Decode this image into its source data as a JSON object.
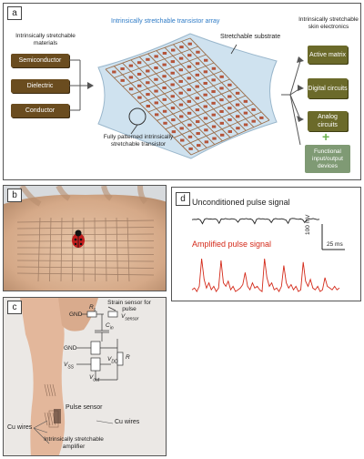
{
  "panel_a": {
    "tag": "a",
    "array_title": "Intrinsically stretchable transistor array",
    "materials_title": "Intrinsically stretchable materials",
    "materials": [
      "Semiconductor",
      "Dielectric",
      "Conductor"
    ],
    "substrate_label": "Stretchable substrate",
    "transistor_label": "Fully patterned intrinsically stretchable transistor",
    "electronics_title": "Intrinsically stretchable skin electronics",
    "electronics": [
      "Active matrix",
      "Digital circuits",
      "Analog circuits",
      "Functional input/output devices"
    ],
    "plus_sign": "+",
    "colors": {
      "array_title": "#2e7bc6",
      "material_box": "#6a4c1f",
      "electronics_box": "#6b6a2a",
      "functional_box": "#7f9a74"
    }
  },
  "panel_b": {
    "tag": "b"
  },
  "panel_c": {
    "tag": "c",
    "strain_label": "Strain sensor for pulse",
    "circuit": {
      "gnd_top": "GND",
      "gnd_mid": "GND",
      "r_label": "R",
      "r_sub": "s",
      "v_label": "V",
      "v_sub": "sensor",
      "c_label": "C",
      "c_sub": "in",
      "vdd_label": "V",
      "vdd_sub": "DD",
      "vss_label": "V",
      "vss_sub": "SS",
      "vout_label": "V",
      "vout_sub": "out",
      "r2_label": "R"
    },
    "cu_wires_left": "Cu wires",
    "cu_wires_right": "Cu wires",
    "pulse_sensor": "Pulse sensor",
    "amplifier": "Intrinsically stretchable amplifier"
  },
  "panel_d": {
    "tag": "d",
    "unconditioned": "Unconditioned pulse signal",
    "amplified": "Amplified pulse signal",
    "scale_y": "100 mV",
    "scale_x": "25 ms",
    "colors": {
      "unconditioned": "#222222",
      "amplified": "#d42a1a"
    },
    "unconditioned_signal": [
      0.2,
      0.3,
      0.25,
      0.4,
      0.1,
      -0.9,
      0.3,
      0.5,
      0.35,
      0.4,
      0.3,
      0.45,
      0.2,
      -0.8,
      0.4,
      0.3,
      0.5,
      0.35,
      0.3,
      0.45,
      0.4,
      0.2,
      -0.5,
      0.3,
      0.45,
      0.35,
      0.5,
      0.3,
      0.4,
      0.1,
      -0.9,
      0.35,
      0.5,
      0.4,
      0.45,
      0.3,
      0.35,
      0.2,
      -0.6,
      0.3,
      0.5,
      0.4,
      0.35,
      0.45,
      0.3,
      0.1,
      -0.8,
      0.4,
      0.55,
      0.5,
      0.35,
      0.3,
      0.4,
      0.2,
      -0.6,
      0.3,
      0.45,
      0.4,
      0.5,
      0.35,
      0.2,
      0.3
    ],
    "amplified_signal": [
      0.1,
      0.15,
      0.05,
      0.2,
      1.0,
      0.4,
      0.15,
      0.3,
      0.1,
      0.2,
      0.05,
      0.15,
      0.95,
      0.3,
      0.2,
      0.35,
      0.1,
      0.2,
      0.05,
      0.1,
      0.15,
      0.25,
      0.6,
      0.2,
      0.1,
      0.3,
      0.15,
      0.2,
      0.1,
      0.05,
      1.0,
      0.45,
      0.2,
      0.3,
      0.1,
      0.15,
      0.05,
      0.2,
      0.8,
      0.3,
      0.15,
      0.25,
      0.1,
      0.2,
      0.05,
      0.1,
      0.9,
      0.35,
      0.2,
      0.4,
      0.15,
      0.1,
      0.2,
      0.05,
      0.1,
      0.45,
      0.2,
      0.15,
      0.1,
      0.2,
      0.1,
      0.15
    ]
  }
}
